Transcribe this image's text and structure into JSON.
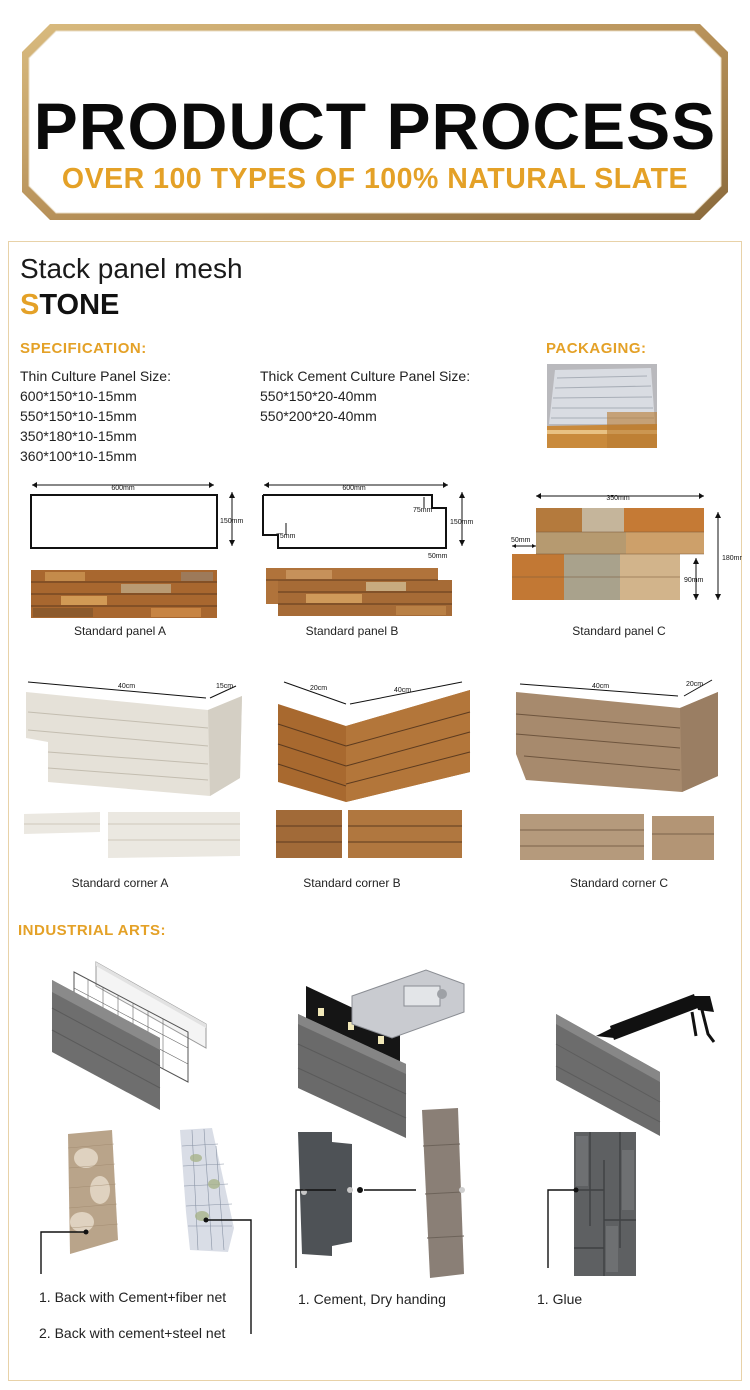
{
  "theme": {
    "accent": "#e4a127",
    "frame_gold": "#c9a468"
  },
  "header": {
    "title": "PRODUCT PROCESS",
    "subtitle": "OVER 100 TYPES OF 100% NATURAL SLATE"
  },
  "product": {
    "title": "Stack panel mesh",
    "stone_first": "S",
    "stone_rest": "TONE"
  },
  "specification": {
    "label": "SPECIFICATION:",
    "thin_heading": "Thin Culture Panel Size:",
    "thin_sizes": [
      "600*150*10-15mm",
      "550*150*10-15mm",
      "350*180*10-15mm",
      "360*100*10-15mm"
    ],
    "thick_heading": "Thick Cement Culture Panel Size:",
    "thick_sizes": [
      "550*150*20-40mm",
      "550*200*20-40mm"
    ]
  },
  "packaging": {
    "label": "PACKAGING:"
  },
  "panels": {
    "a": {
      "caption": "Standard panel A",
      "w": "600mm",
      "h": "150mm"
    },
    "b": {
      "caption": "Standard panel B",
      "w": "600mm",
      "notch1": "75mm",
      "notch2": "75mm",
      "h": "150mm",
      "offset": "50mm"
    },
    "c": {
      "caption": "Standard panel C",
      "w": "350mm",
      "offset": "50mm",
      "h": "180mm",
      "h2": "90mm"
    }
  },
  "corners": {
    "a": {
      "caption": "Standard corner A",
      "len": "40cm",
      "side": "15cm"
    },
    "b": {
      "caption": "Standard corner B",
      "len": "40cm",
      "side": "20cm"
    },
    "c": {
      "caption": "Standard corner C",
      "len": "40cm",
      "side": "20cm"
    }
  },
  "industrial": {
    "label": "INDUSTRIAL ARTS:",
    "col1": [
      "1. Back with Cement+fiber net",
      "2. Back with cement+steel net"
    ],
    "col2": [
      "1. Cement, Dry handing"
    ],
    "col3": [
      "1. Glue"
    ]
  }
}
